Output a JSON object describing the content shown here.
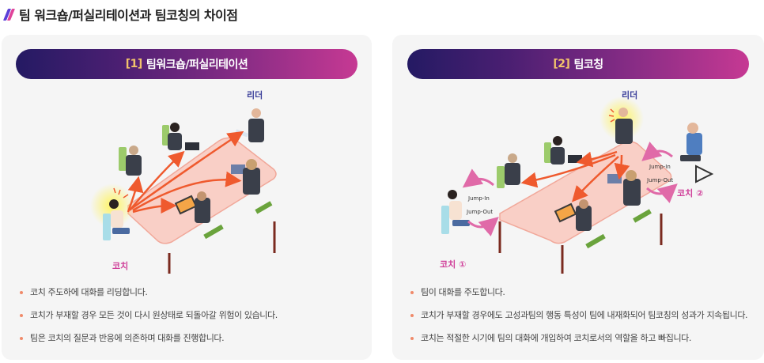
{
  "header": {
    "icon": "double-slash-icon",
    "title": "팀 워크숍/퍼실리테이션과 팀코칭의 차이점"
  },
  "colors": {
    "gradient_start": "#241a63",
    "gradient_end": "#c63993",
    "number_accent": "#f2c36b",
    "bullet_dot": "#f08a6a",
    "leader_label": "#3b3f9a",
    "coach_label": "#d0409a",
    "arrow": "#ef5a2e",
    "jump_arrow": "#e06aa8",
    "card_bg": "#f5f5f5"
  },
  "cards": [
    {
      "number": "[1]",
      "title": "팀워크숍/퍼실리테이션",
      "illustration": {
        "leader_label": "리더",
        "coach_label": "코치"
      },
      "bullets": [
        "코치 주도하에 대화를 리딩합니다.",
        "코치가 부재할 경우 모든 것이 다시 원상태로 되돌아갈 위험이 있습니다.",
        "팀은 코치의 질문과 반응에 의존하며 대화를 진행합니다."
      ]
    },
    {
      "number": "[2]",
      "title": "팀코칭",
      "illustration": {
        "leader_label": "리더",
        "coach1_label": "코치 ①",
        "coach2_label": "코치 ②",
        "jump_in": "Jump-In",
        "jump_out": "Jump-Out"
      },
      "bullets": [
        "팀이 대화를 주도합니다.",
        "코치가 부재할 경우에도 고성과팀의 행동 특성이 팀에 내재화되어 팀코칭의 성과가 지속됩니다.",
        "코치는 적절한 시기에 팀의 대화에 개입하여 코치로서의 역할을 하고 빠집니다."
      ]
    }
  ]
}
